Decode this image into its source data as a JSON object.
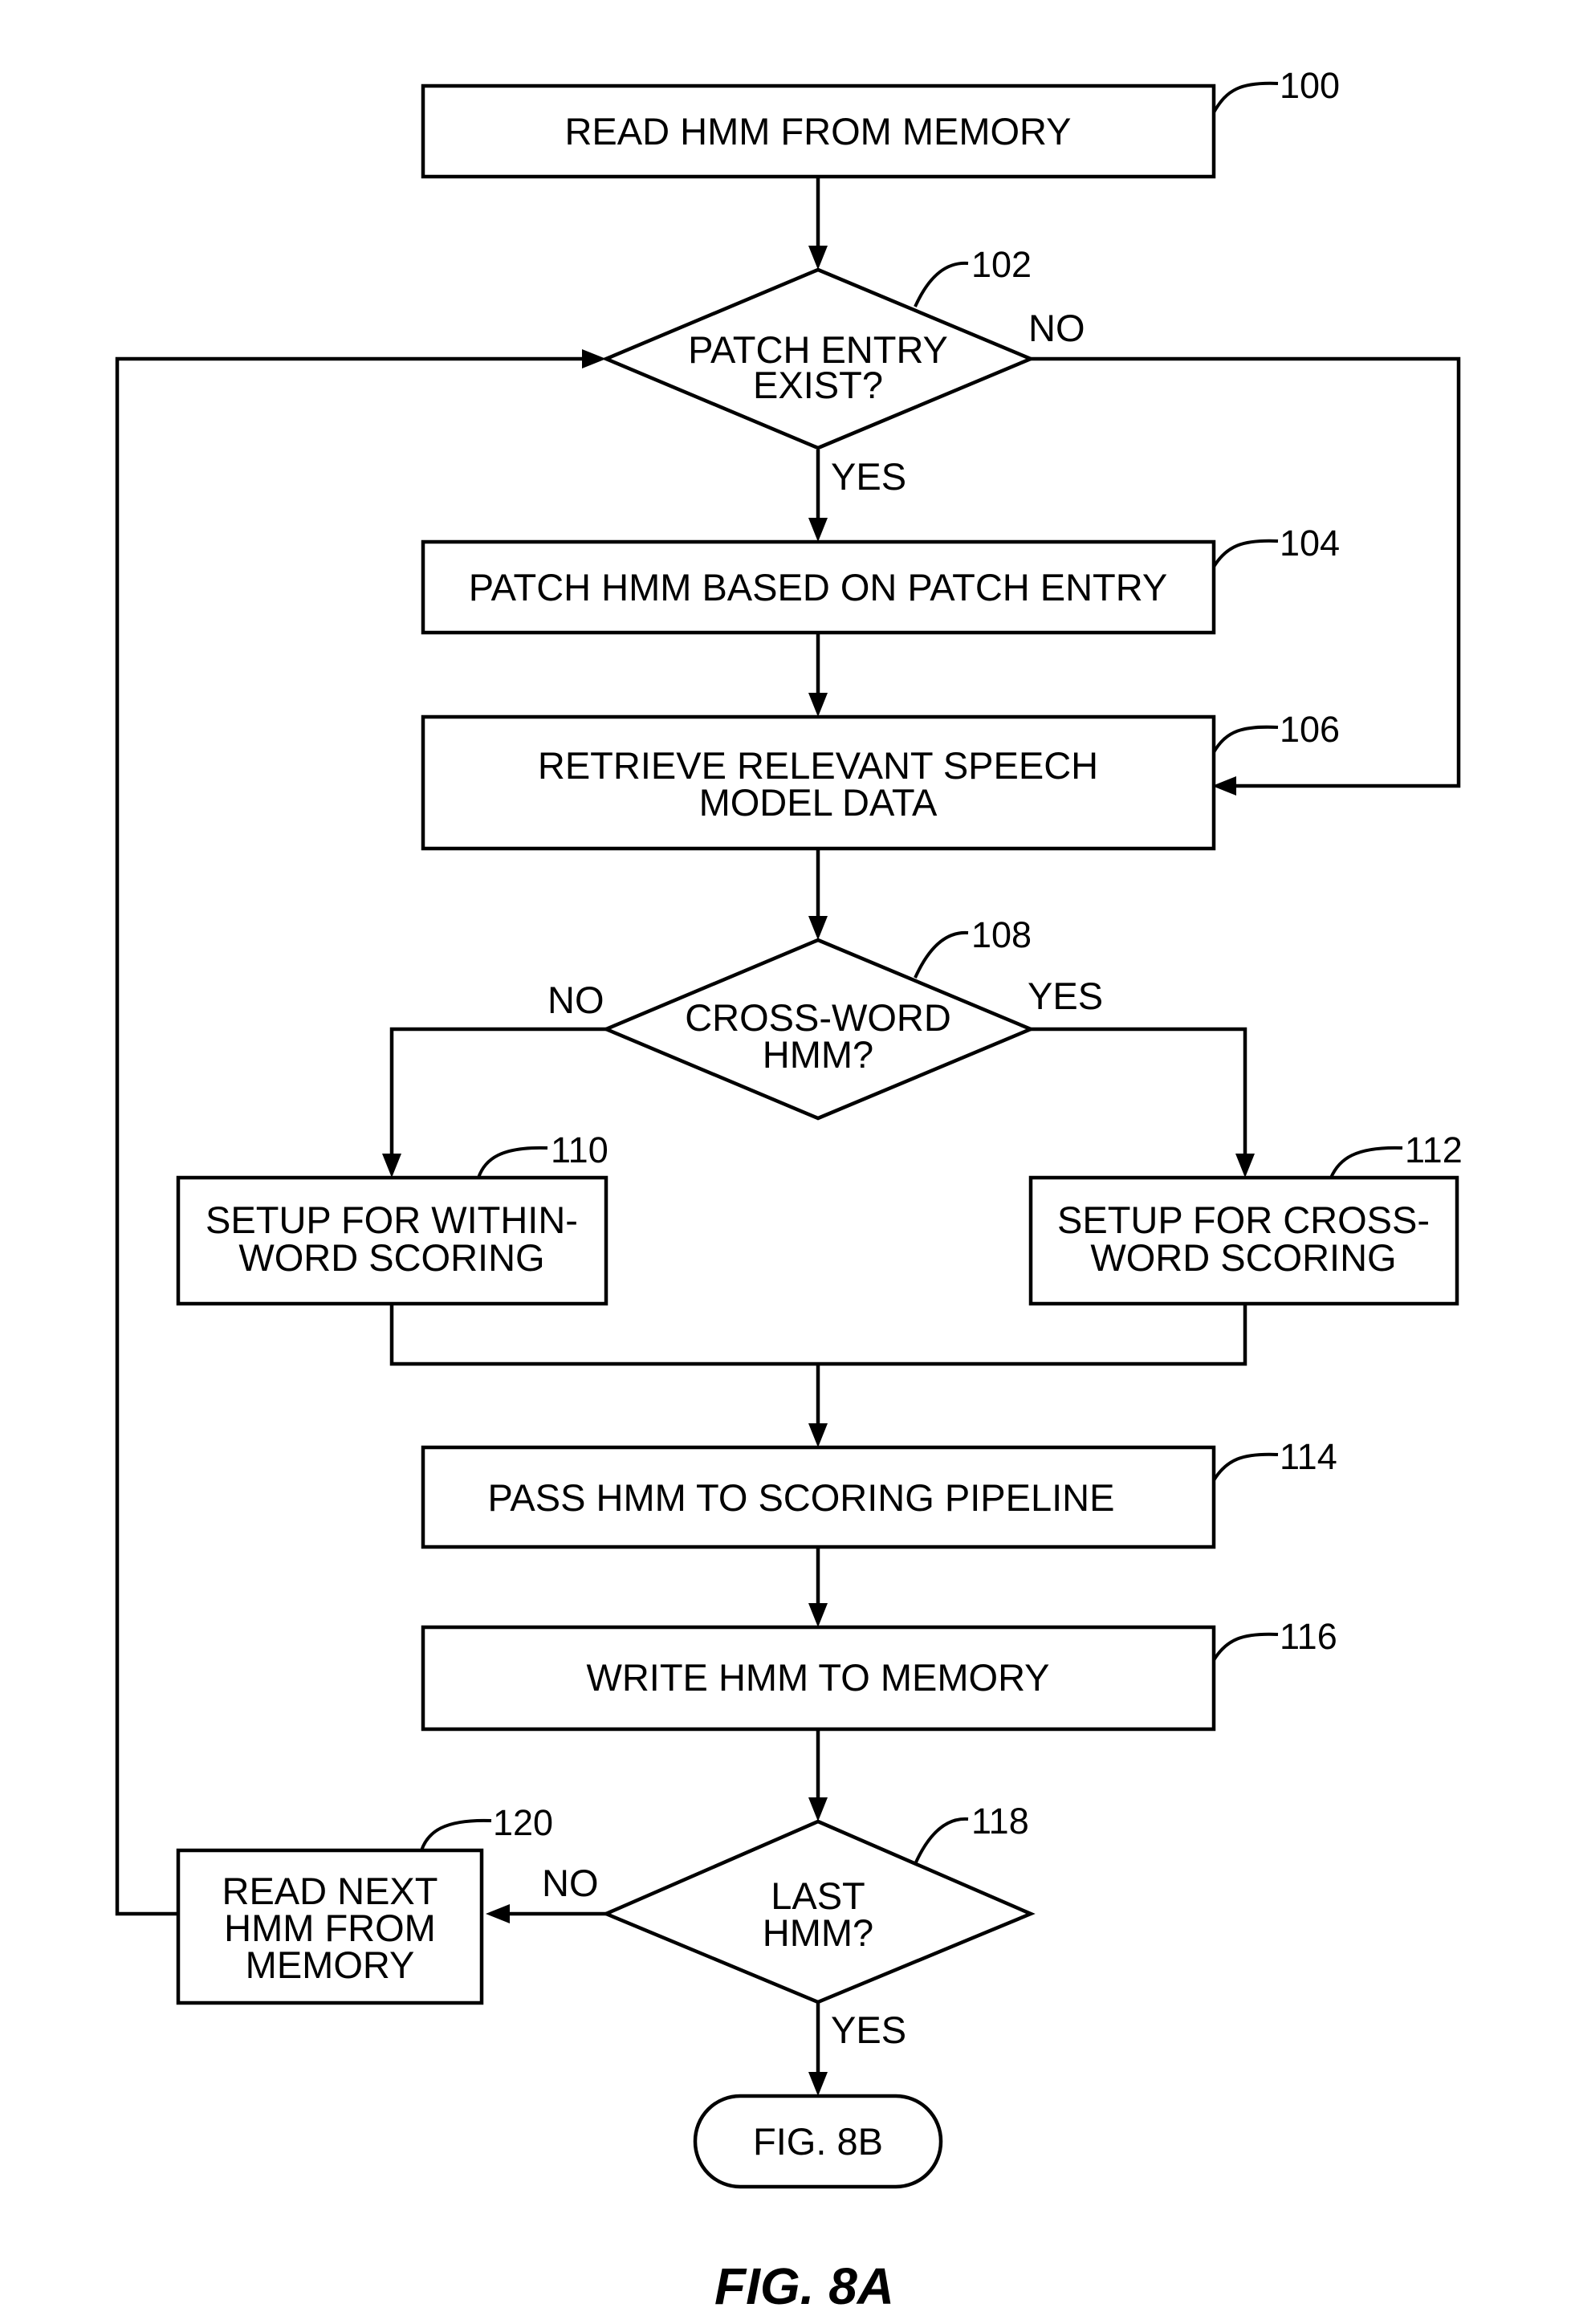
{
  "figure_caption": "FIG. 8A",
  "nodes": {
    "n100": {
      "ref": "100",
      "lines": [
        "READ HMM FROM MEMORY"
      ]
    },
    "n102": {
      "ref": "102",
      "lines": [
        "PATCH ENTRY",
        "EXIST?"
      ]
    },
    "n104": {
      "ref": "104",
      "lines": [
        "PATCH HMM BASED ON PATCH ENTRY"
      ]
    },
    "n106": {
      "ref": "106",
      "lines": [
        "RETRIEVE RELEVANT SPEECH",
        "MODEL DATA"
      ]
    },
    "n108": {
      "ref": "108",
      "lines": [
        "CROSS-WORD",
        "HMM?"
      ]
    },
    "n110": {
      "ref": "110",
      "lines": [
        "SETUP FOR WITHIN-",
        "WORD SCORING"
      ]
    },
    "n112": {
      "ref": "112",
      "lines": [
        "SETUP FOR CROSS-",
        "WORD SCORING"
      ]
    },
    "n114": {
      "ref": "114",
      "lines": [
        "PASS HMM TO SCORING PIPELINE"
      ]
    },
    "n116": {
      "ref": "116",
      "lines": [
        "WRITE HMM TO MEMORY"
      ]
    },
    "n118": {
      "ref": "118",
      "lines": [
        "LAST",
        "HMM?"
      ]
    },
    "n120": {
      "ref": "120",
      "lines": [
        "READ NEXT",
        "HMM FROM",
        "MEMORY"
      ]
    },
    "terminal": {
      "lines": [
        "FIG. 8B"
      ]
    }
  },
  "edge_labels": {
    "d102_no": "NO",
    "d102_yes": "YES",
    "d108_no": "NO",
    "d108_yes": "YES",
    "d118_no": "NO",
    "d118_yes": "YES"
  }
}
